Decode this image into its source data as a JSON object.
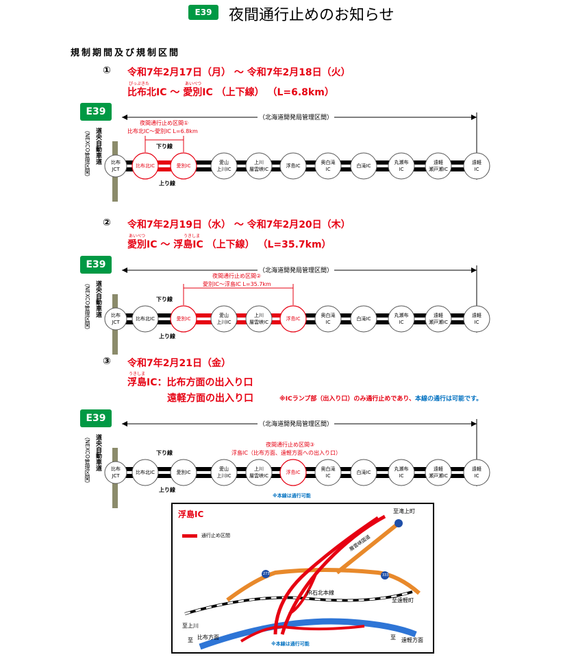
{
  "header": {
    "badge": "E39",
    "title": "夜間通行止めのお知らせ"
  },
  "section_heading": "規制期間及び規制区間",
  "route_badge": "E39",
  "side_label_nexco": "（NEXCO管理区間）",
  "side_label_doo": "道央自動車道",
  "mgmt_label": "（北海道開発局管理区間）",
  "down_label": "下り線",
  "up_label": "上り線",
  "stations": [
    {
      "top": "比布",
      "bottom": "JCT"
    },
    {
      "top": "比布北IC",
      "bottom": ""
    },
    {
      "top": "愛別IC",
      "bottom": ""
    },
    {
      "top": "愛山",
      "bottom": "上川IC"
    },
    {
      "top": "上川",
      "bottom": "層雲峡IC"
    },
    {
      "top": "浮島IC",
      "bottom": ""
    },
    {
      "top": "奥白滝",
      "bottom": "IC"
    },
    {
      "top": "白滝IC",
      "bottom": ""
    },
    {
      "top": "丸瀬布",
      "bottom": "IC"
    },
    {
      "top": "遠軽",
      "bottom": "瀬戸瀬IC"
    },
    {
      "top": "遠軽",
      "bottom": "IC"
    }
  ],
  "periods": [
    {
      "num": "①",
      "dates": "令和7年2月17日（月） ～ 令和7年2月18日（火）",
      "route": "比布北IC ～ 愛別IC （上下線） （L=6.8km）",
      "ruby1": "ぴっぷきた",
      "ruby2": "あいべつ",
      "closure_title": "夜間通行止め区間①",
      "closure_detail": "比布北IC～愛別IC L=6.8km"
    },
    {
      "num": "②",
      "dates": "令和7年2月19日（水） ～ 令和7年2月20日（木）",
      "route": "愛別IC ～ 浮島IC （上下線） （L=35.7km）",
      "ruby1": "あいべつ",
      "ruby2": "うきしま",
      "closure_title": "夜間通行止め区間②",
      "closure_detail": "愛別IC～浮島IC L=35.7km"
    },
    {
      "num": "③",
      "dates": "令和7年2月21日（金）",
      "route": "浮島IC：比布方面の出入り口",
      "route2": "遠軽方面の出入り口",
      "ruby1": "うきしま",
      "note_red": "※ICランプ部（出入り口）のみ通行止めであり、",
      "note_blue": "本線の通行は可能です。",
      "closure_title": "夜間通行止め区間③",
      "closure_detail": "浮島IC（比布方面、遠軽方面への出入り口）",
      "mainline_note": "※本線は通行可能"
    }
  ],
  "map": {
    "title": "浮島IC",
    "legend": "通行止め区間",
    "to_takinoue": "至滝上町",
    "road_name": "層雲峡国道",
    "route_273": "273",
    "route_333": "333",
    "rail": "JR石北本線",
    "to_engaru_cho": "至遠軽町",
    "to_kamikawa": "至上川",
    "to_pippu_1": "至",
    "to_pippu_2": "比布方面",
    "to_engaru_1": "至",
    "to_engaru_2": "遠軽方面",
    "mainline_note": "※本線は通行可能"
  },
  "colors": {
    "accent_green": "#009944",
    "closure_red": "#e60012",
    "note_blue": "#0070c0",
    "road_orange": "#e8892b",
    "mainline_blue": "#2e75d6"
  }
}
